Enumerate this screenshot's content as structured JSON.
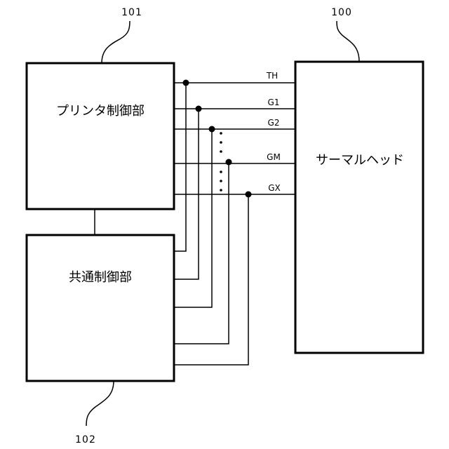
{
  "blocks": {
    "printer_control": {
      "label": "プリンタ制御部",
      "ref": "101"
    },
    "common_control": {
      "label": "共通制御部",
      "ref": "102"
    },
    "thermal_head": {
      "label": "サーマルヘッド",
      "ref": "100"
    }
  },
  "signals": [
    {
      "id": "th",
      "label": "TH"
    },
    {
      "id": "g1",
      "label": "G1"
    },
    {
      "id": "g2",
      "label": "G2"
    },
    {
      "id": "gm",
      "label": "GM"
    },
    {
      "id": "gx",
      "label": "GX"
    }
  ],
  "ellipsis": "⋮"
}
